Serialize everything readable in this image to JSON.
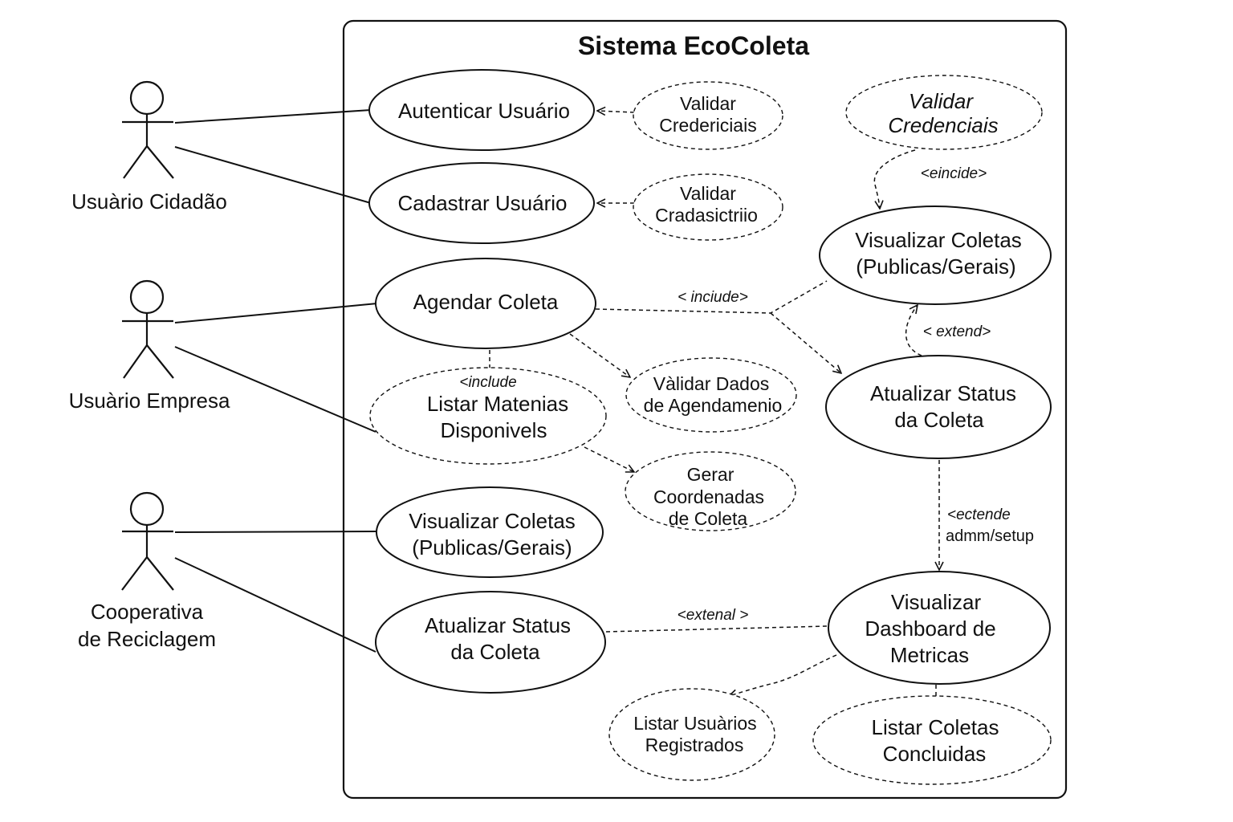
{
  "system": {
    "title": "Sistema EcoColeta"
  },
  "actors": {
    "cidadao": {
      "label": "Usuàrio Cidadão"
    },
    "empresa": {
      "label": "Usuàrio Empresa"
    },
    "cooperativa": {
      "label_line1": "Cooperativa",
      "label_line2": "de Reciclagem"
    }
  },
  "use_cases": {
    "autenticar": {
      "line1": "Autenticar Usuário"
    },
    "cadastrar": {
      "line1": "Cadastrar Usuário"
    },
    "agendar": {
      "line1": "Agendar Coleta"
    },
    "listar_materiais": {
      "line1": "Listar Matenias",
      "line2": "Disponivels"
    },
    "visualizar_coletas_actor": {
      "line1": "Visualizar Coletas",
      "line2": "(Publicas/Gerais)"
    },
    "atualizar_status_actor": {
      "line1": "Atualizar Status",
      "line2": "da Coleta"
    },
    "validar_credenciais_1": {
      "line1": "Validar",
      "line2": "Credericiais"
    },
    "validar_cadastro": {
      "line1": "Validar",
      "line2": "Cradasictriio"
    },
    "validar_credenciais_2": {
      "line1": "Validar",
      "line2": "Credenciais"
    },
    "visualizar_coletas_top": {
      "line1": "Visualizar Coletas",
      "line2": "(Publicas/Gerais)"
    },
    "validar_dados": {
      "line1": "Vàlidar Dados",
      "line2": "de Agendamenio"
    },
    "gerar_coordenadas": {
      "line1": "Gerar",
      "line2": "Coordenadas",
      "line3": "de Coleta"
    },
    "atualizar_status_right": {
      "line1": "Atualizar Status",
      "line2": "da Coleta"
    },
    "dashboard": {
      "line1": "Visualizar",
      "line2": "Dashboard de",
      "line3": "Metricas"
    },
    "listar_usuarios": {
      "line1": "Listar Usuàrios",
      "line2": "Registrados"
    },
    "listar_coletas": {
      "line1": "Listar Coletas",
      "line2": "Concluidas"
    }
  },
  "stereotypes": {
    "eincide": "<eincide>",
    "include_top": "< inciude>",
    "include_left": "<include",
    "extend_right": "< extend>",
    "ectende": "<ectende",
    "extenal": "<extenal >"
  },
  "notes": {
    "admm_setup": "admm/setup"
  }
}
